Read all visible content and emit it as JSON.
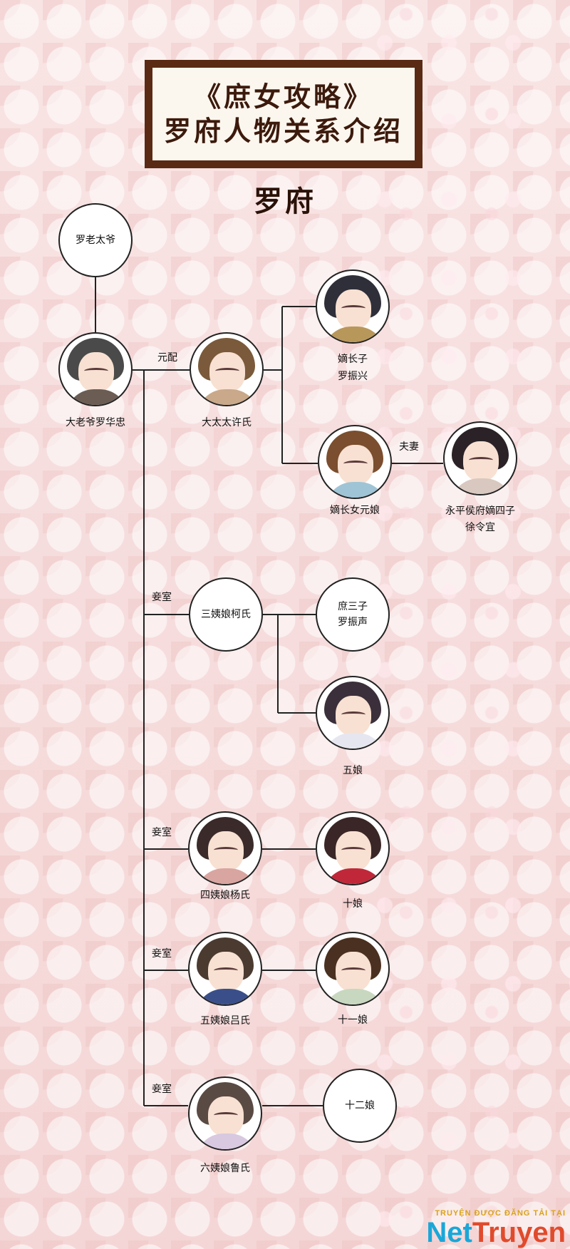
{
  "title": {
    "main": "《庶女攻略》",
    "sub": "罗府人物关系介绍"
  },
  "section": "罗府",
  "relations": {
    "wife": "元配",
    "couple": "夫妻",
    "concubine": "妾室"
  },
  "people": {
    "grandfather": "罗老太爷",
    "father": "大老爷罗华忠",
    "main_wife": "大太太许氏",
    "eldest_son_title": "嫡长子",
    "eldest_son_name": "罗振兴",
    "eldest_daughter": "嫡长女元娘",
    "son_in_law_title": "永平侯府嫡四子",
    "son_in_law_name": "徐令宜",
    "third_concubine": "三姨娘柯氏",
    "third_son_title": "庶三子",
    "third_son_name": "罗振声",
    "fifth_daughter": "五娘",
    "fourth_concubine": "四姨娘杨氏",
    "tenth_daughter": "十娘",
    "fifth_concubine": "五姨娘吕氏",
    "eleventh_daughter": "十一娘",
    "sixth_concubine": "六姨娘鲁氏",
    "twelfth_daughter": "十二娘"
  },
  "watermark": {
    "tagline": "TRUYỆN ĐƯỢC ĐĂNG TẢI TẠI",
    "brand_a": "Net",
    "brand_b": "Truyen"
  },
  "colors": {
    "frame": "#5a2a14",
    "line": "#222222"
  }
}
